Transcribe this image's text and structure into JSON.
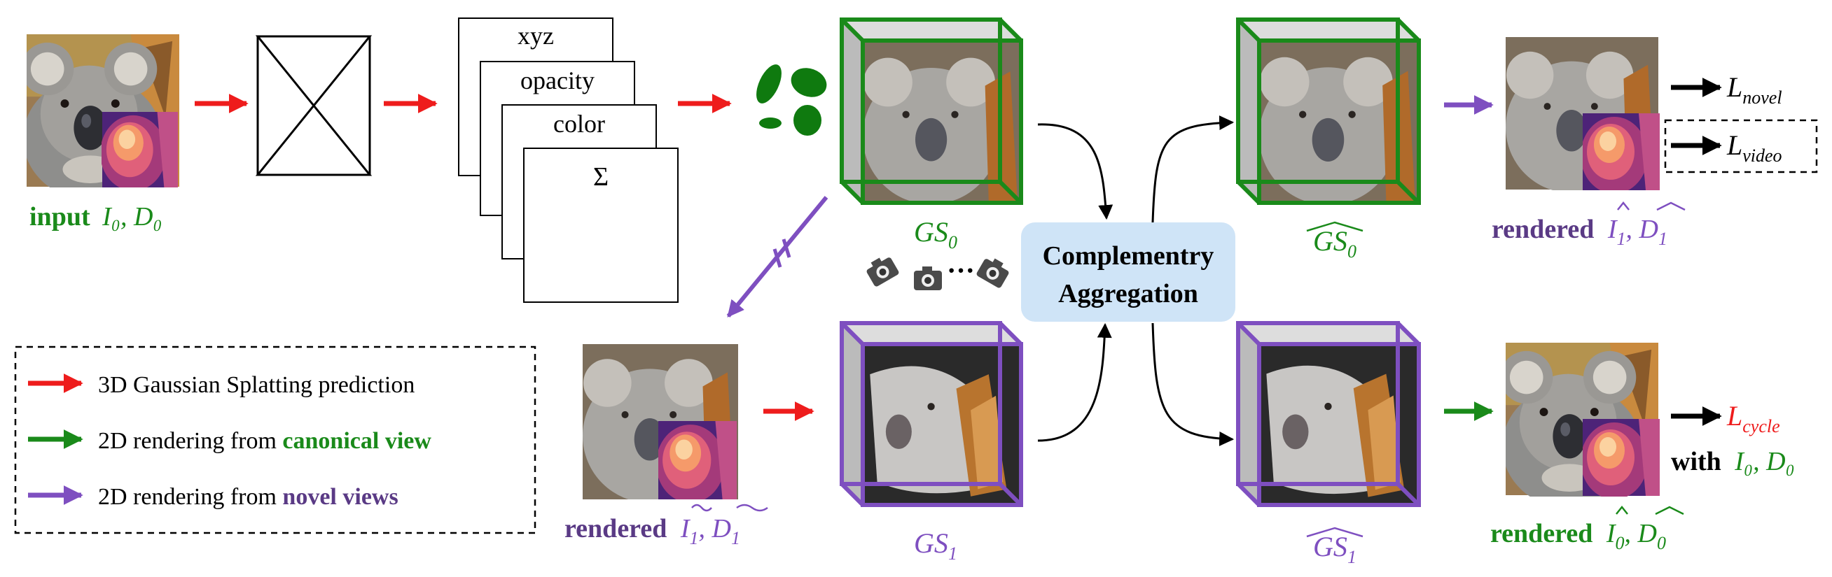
{
  "colors": {
    "red": "#ee1c1c",
    "green": "#1a8a1a",
    "purple": "#7e4fc0",
    "dark_purple": "#5a3a85",
    "box_blue": "#cfe4f7",
    "black": "#000000"
  },
  "input_caption": {
    "word": "input",
    "math": "I₀, D₀"
  },
  "param_cards": [
    "xyz",
    "opacity",
    "color",
    "Σ"
  ],
  "gs0_label": {
    "main": "GS",
    "sub": "0"
  },
  "gs1_label": {
    "main": "GS",
    "sub": "1"
  },
  "gs0_hat_label": {
    "main": "GS",
    "sub": "0"
  },
  "gs1_hat_label": {
    "main": "GS",
    "sub": "1"
  },
  "aggregation": {
    "line1": "Complementry",
    "line2": "Aggregation"
  },
  "camera_dots": "···",
  "rendered_tilde": {
    "word": "rendered",
    "i": "I",
    "i_sub": "1",
    "d": "D",
    "d_sub": "1"
  },
  "rendered_top": {
    "word": "rendered",
    "i": "I",
    "i_sub": "1",
    "d": "D",
    "d_sub": "1"
  },
  "rendered_bottom": {
    "word": "rendered",
    "i": "I",
    "i_sub": "0",
    "d": "D",
    "d_sub": "0"
  },
  "losses": {
    "novel": {
      "main": "L",
      "sub": "novel"
    },
    "video": {
      "main": "L",
      "sub": "video"
    },
    "cycle": {
      "main": "L",
      "sub": "cycle"
    },
    "with_word": "with",
    "with_math": "I₀, D₀"
  },
  "legend": [
    {
      "color": "red",
      "text": "3D Gaussian Splatting prediction",
      "bold": ""
    },
    {
      "color": "green",
      "text": "2D rendering from ",
      "bold": "canonical view"
    },
    {
      "color": "purple",
      "text": "2D rendering from ",
      "bold": "novel views"
    }
  ],
  "icons": [
    "koala-photo-icon",
    "depth-map-icon",
    "encoder-decoder-icon",
    "gaussian-ellipsoids-icon",
    "camera-icon"
  ]
}
